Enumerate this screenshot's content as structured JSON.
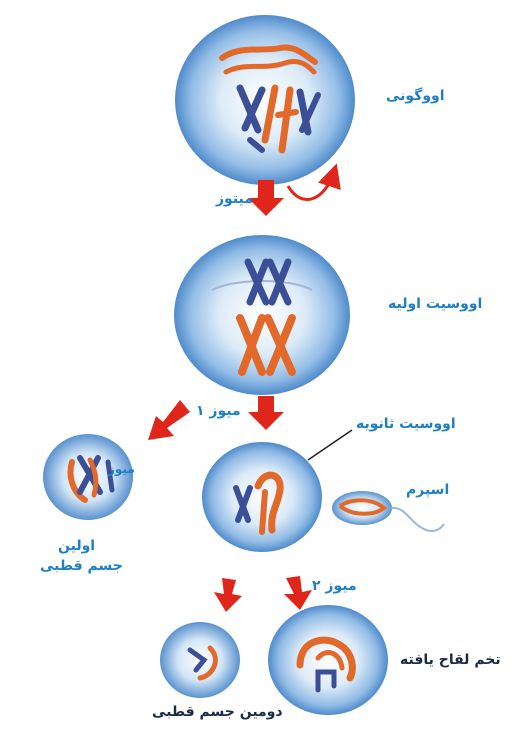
{
  "labels": {
    "oogonium": "اووگونی",
    "mitosis": "میتوز",
    "primary_oocyte": "اووسیت اولیه",
    "meiosis1": "میوز ۱",
    "secondary_oocyte": "اووسیت ثانویه",
    "sperm": "اسپرم",
    "first_polar_body_line1": "اولین",
    "first_polar_body_line2": "جسم قطبی",
    "meiosis_inner": "میوز",
    "meiosis2": "میوز ۲",
    "zygote": "تخم لقاح یافته",
    "second_polar_body": "دومین جسم قطبی"
  },
  "colors": {
    "cell_fill": "#a9ccec",
    "cell_edge": "#4a86c8",
    "arrow": "#e0261b",
    "chrom_orange": "#e2692a",
    "chrom_blue": "#3b4f96",
    "label_blue": "#1f7fc4"
  }
}
